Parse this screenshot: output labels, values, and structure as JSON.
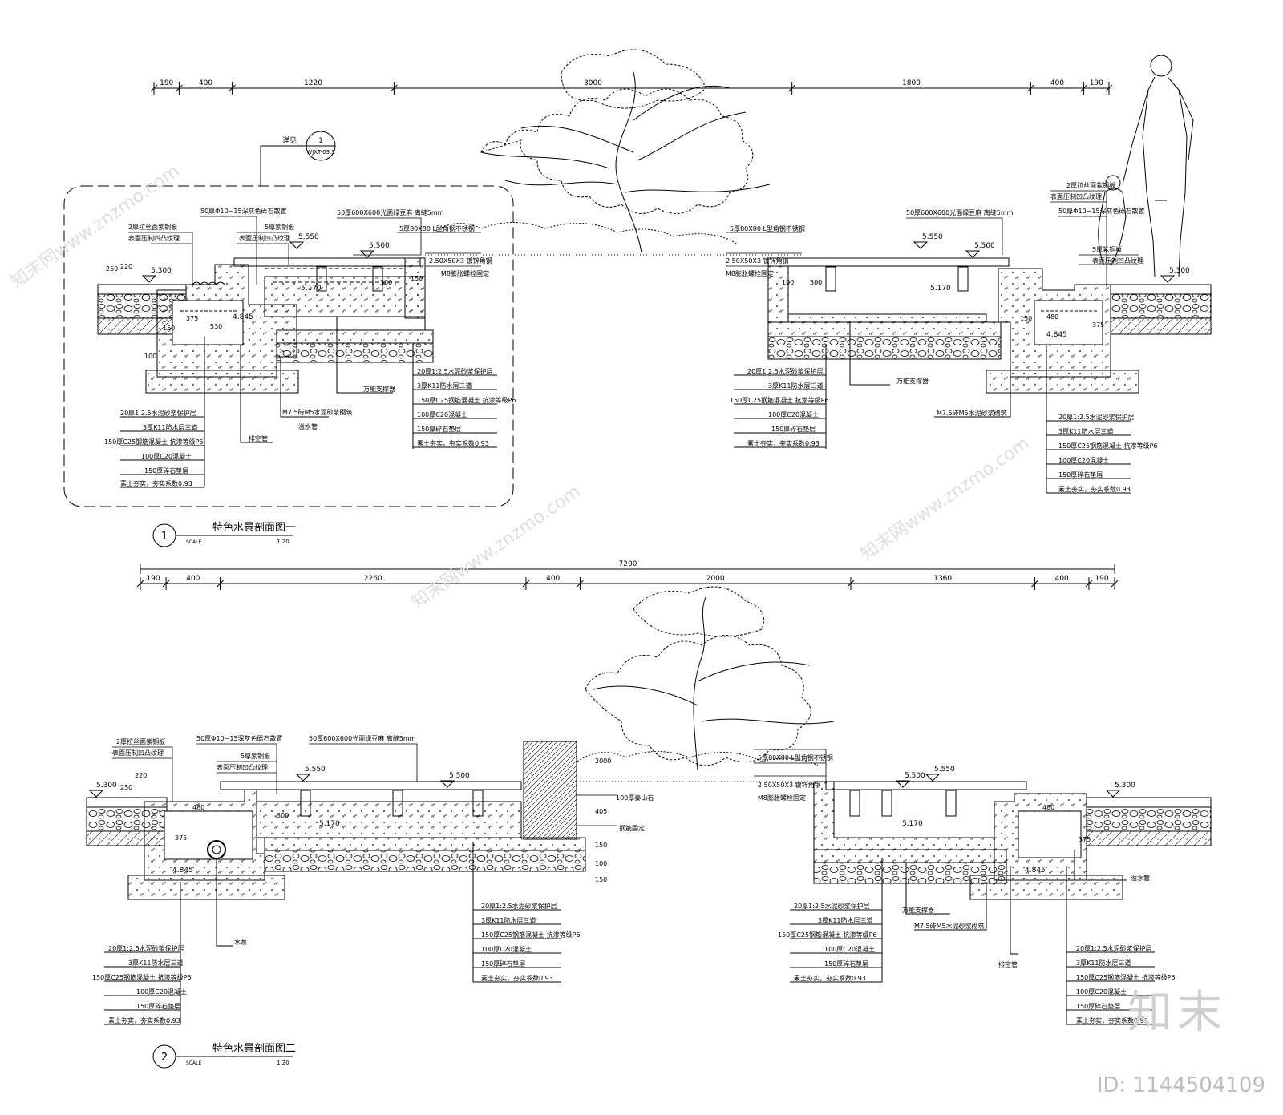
{
  "sections": [
    {
      "number": "1",
      "title": "特色水景剖面图一",
      "scale_label": "SCALE",
      "scale_value": "1:20",
      "dim_total": "",
      "dims": [
        "190",
        "400",
        "1220",
        "3000",
        "1800",
        "400",
        "190"
      ],
      "dim_values": [
        190,
        400,
        1220,
        3000,
        1800,
        400,
        190
      ],
      "detail_ref_label": "详见",
      "detail_ref_number": "1",
      "detail_ref_sheet": "WJXT-03.3",
      "elevations": [
        "5.300",
        "5.550",
        "5.500",
        "5.170",
        "4.845",
        "5.550",
        "5.500",
        "5.170",
        "4.845",
        "5.300"
      ],
      "callouts_top": [
        "2厚拉丝面紫铜板",
        "表面压制四凸纹理",
        "50厚Φ10~15深灰色砾石散置",
        "5厚紫铜板",
        "表面压制凹凸纹理",
        "50厚600X600光面绿豆麻 离缝5mm",
        "5厚80X80 L型角钢不锈钢",
        "2.50X50X3 镀锌角钢",
        "M8膨胀螺栓固定",
        "50厚600X600光面绿豆麻 离缝5mm",
        "5厚80X80 L型角钢不锈钢",
        "2.50X50X3 镀锌角钢",
        "M8膨胀螺栓固定",
        "2厚拉丝面紫铜板",
        "表面压制凹凸纹理",
        "50厚Φ10~15深灰色砾石散置",
        "5厚紫铜板",
        "表面压制凹凸纹理"
      ],
      "dims_small": [
        "250",
        "220",
        "375",
        "530",
        "150",
        "100",
        "300",
        "150",
        "100",
        "300",
        "150",
        "480",
        "375"
      ],
      "layers": [
        "20厚1:2.5水泥砂浆保护层",
        "3厚K11防水层三道",
        "150厚C25钢筋混凝土 抗渗等级P6",
        "100厚C20混凝土",
        "150厚碎石垫层",
        "素土夯实，夯实系数0.93"
      ],
      "misc_labels": [
        "M7.5砖M5水泥砂浆砌筑",
        "溢水管",
        "排空管",
        "万能支撑器"
      ]
    },
    {
      "number": "2",
      "title": "特色水景剖面图二",
      "scale_label": "SCALE",
      "scale_value": "1:20",
      "dim_total": "7200",
      "dims": [
        "190",
        "400",
        "2260",
        "400",
        "2000",
        "1360",
        "400",
        "190"
      ],
      "dim_values": [
        190,
        400,
        2260,
        400,
        2000,
        1360,
        400,
        190
      ],
      "elevations": [
        "5.300",
        "5.550",
        "5.500",
        "5.170",
        "4.845",
        "5.500",
        "5.550",
        "5.170",
        "4.845",
        "5.300"
      ],
      "callouts_top": [
        "2厚拉丝面紫铜板",
        "表面压制凹凸纹理",
        "50厚Φ10~15深灰色砾石散置",
        "5厚紫铜板",
        "表面压制凹凸纹理",
        "50厚600X600光面绿豆麻 离缝5mm",
        "5厚80X80 L型角钢不锈钢",
        "2.50X50X3 镀锌角钢",
        "M8膨胀螺栓固定",
        "100厚泰山石",
        "钢筋固定"
      ],
      "dims_small": [
        "250",
        "220",
        "480",
        "375",
        "300",
        "150",
        "100",
        "150",
        "405",
        "2000",
        "480",
        "375"
      ],
      "layers": [
        "20厚1:2.5水泥砂浆保护层",
        "3厚K11防水层三道",
        "150厚C25钢筋混凝土 抗渗等级P6",
        "100厚C20混凝土",
        "150厚碎石垫层",
        "素土夯实，夯实系数0.93"
      ],
      "misc_labels": [
        "水泵",
        "万能支撑器",
        "M7.5砖M5水泥砂浆砌筑",
        "溢水管",
        "排空管"
      ]
    }
  ],
  "watermark": {
    "brand": "知末",
    "id_text": "ID: 1144504109",
    "site": "知末网www.znzmo.com"
  },
  "colors": {
    "line": "#000000",
    "watermark": "#d9d9d9"
  }
}
